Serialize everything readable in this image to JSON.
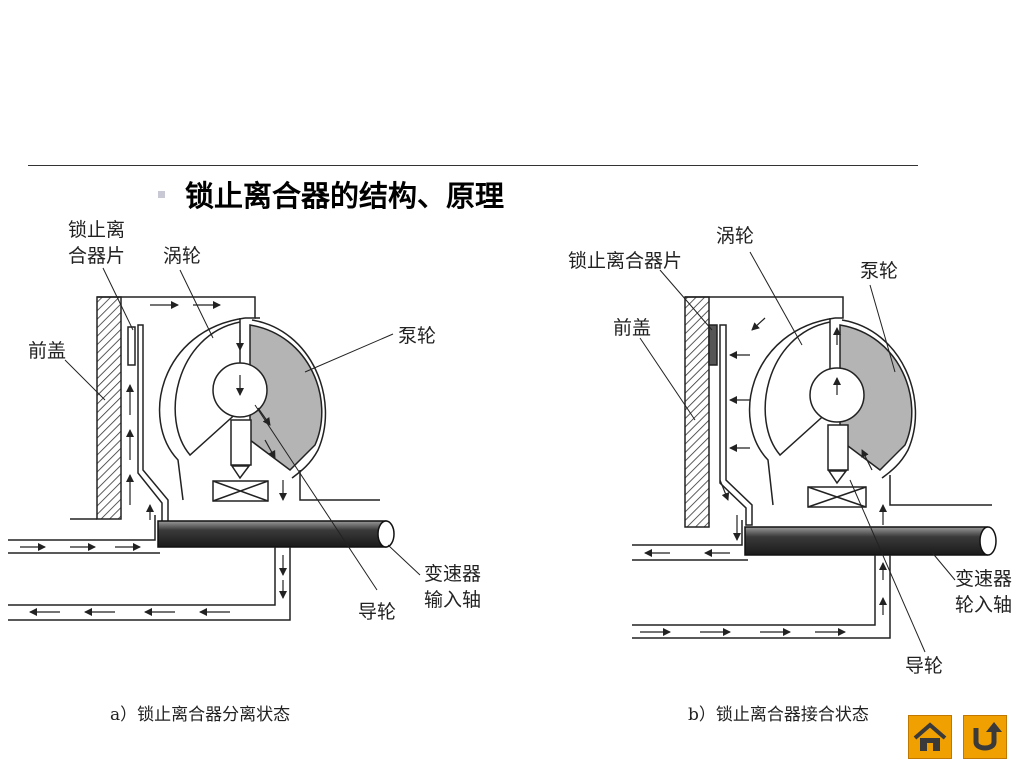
{
  "slide": {
    "title": "锁止离合器的结构、原理"
  },
  "left": {
    "labels": {
      "clutch_plate_l1": "锁止离",
      "clutch_plate_l2": "合器片",
      "turbine": "涡轮",
      "front_cover": "前盖",
      "pump": "泵轮",
      "input_shaft_l1": "变速器",
      "input_shaft_l2": "输入轴",
      "stator": "导轮"
    },
    "caption": "a）锁止离合器分离状态"
  },
  "right": {
    "labels": {
      "turbine": "涡轮",
      "clutch_plate": "锁止离合器片",
      "pump": "泵轮",
      "front_cover": "前盖",
      "input_shaft_l1": "变速器",
      "input_shaft_l2": "轮入轴",
      "stator": "导轮"
    },
    "caption": "b）锁止离合器接合状态"
  },
  "nav": {
    "home_icon": "home-icon",
    "back_icon": "u-turn-back-icon",
    "color": "#f0a000"
  }
}
